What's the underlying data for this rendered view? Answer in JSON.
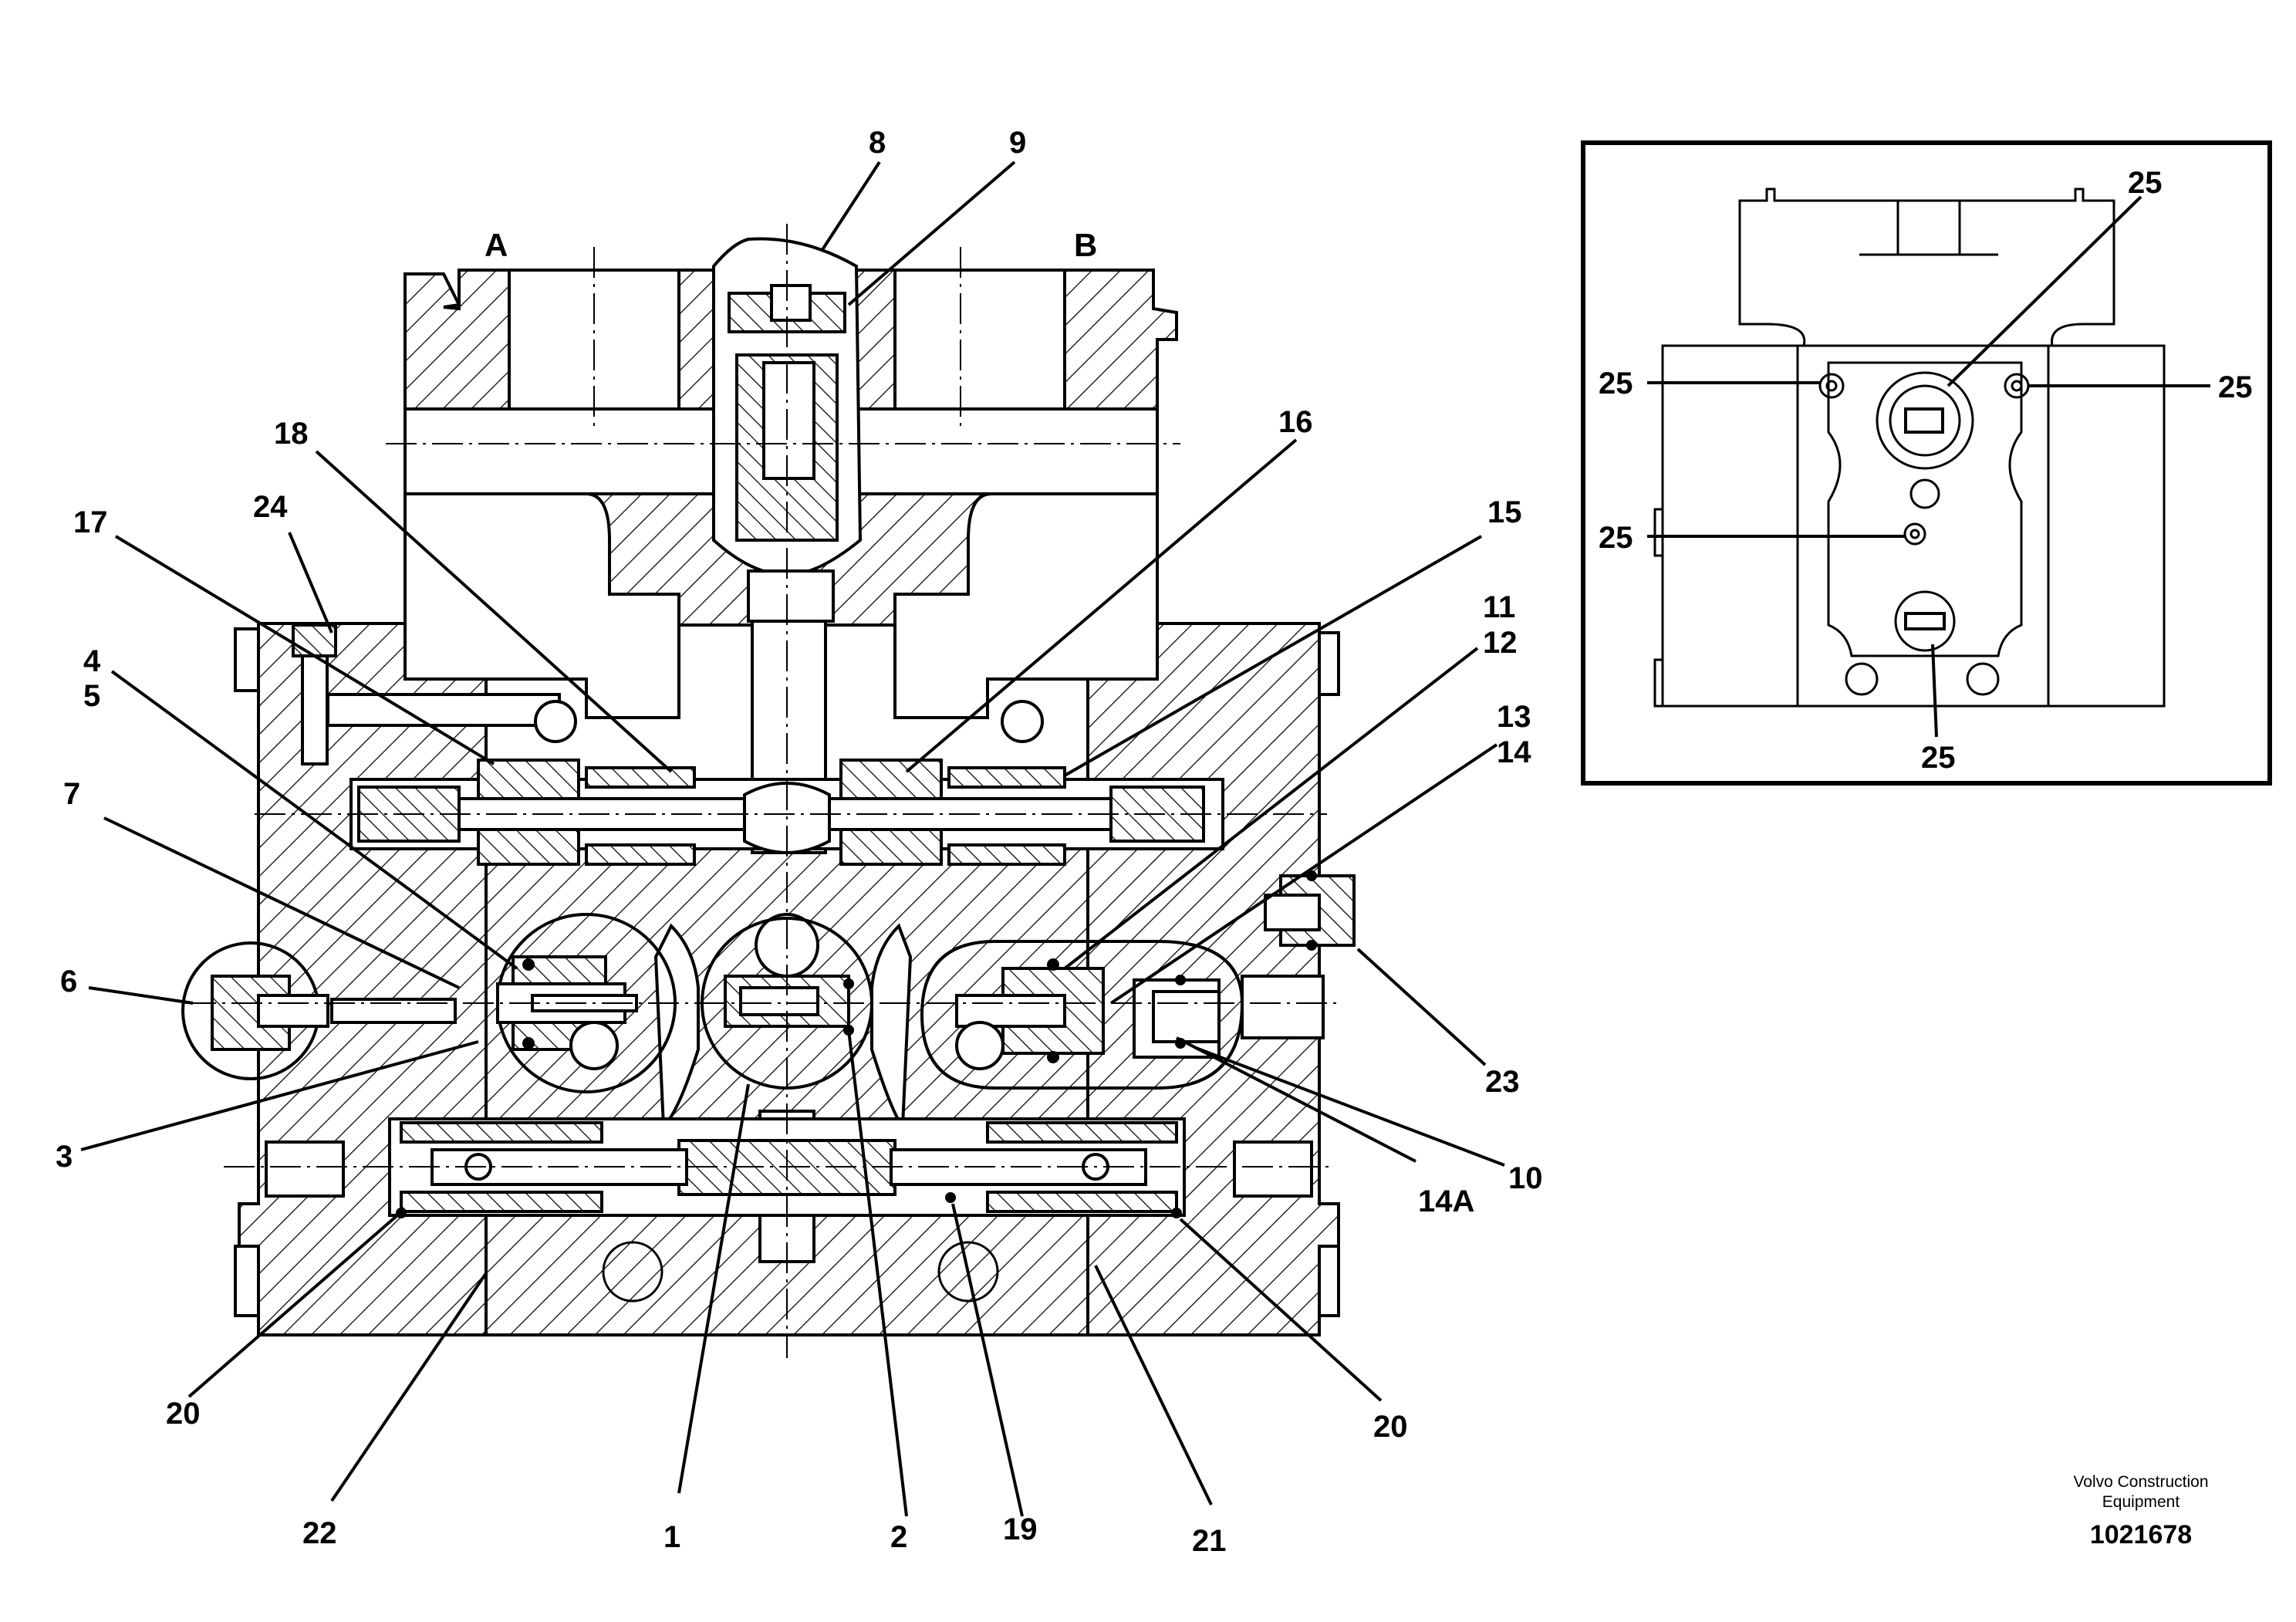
{
  "ports": {
    "a": "A",
    "b": "B"
  },
  "callouts": {
    "c1": "1",
    "c2": "2",
    "c3": "3",
    "c4": "4",
    "c5": "5",
    "c6": "6",
    "c7": "7",
    "c8": "8",
    "c9": "9",
    "c10": "10",
    "c11": "11",
    "c12": "12",
    "c13": "13",
    "c14": "14",
    "c14a": "14A",
    "c15": "15",
    "c16": "16",
    "c17": "17",
    "c18": "18",
    "c19": "19",
    "c20": "20",
    "c21": "21",
    "c22": "22",
    "c23": "23",
    "c24": "24",
    "c25": "25"
  },
  "footer": {
    "maker_line1": "Volvo Construction",
    "maker_line2": "Equipment",
    "document_number": "1021678"
  },
  "colors": {
    "line": "#000000",
    "background": "#ffffff"
  }
}
